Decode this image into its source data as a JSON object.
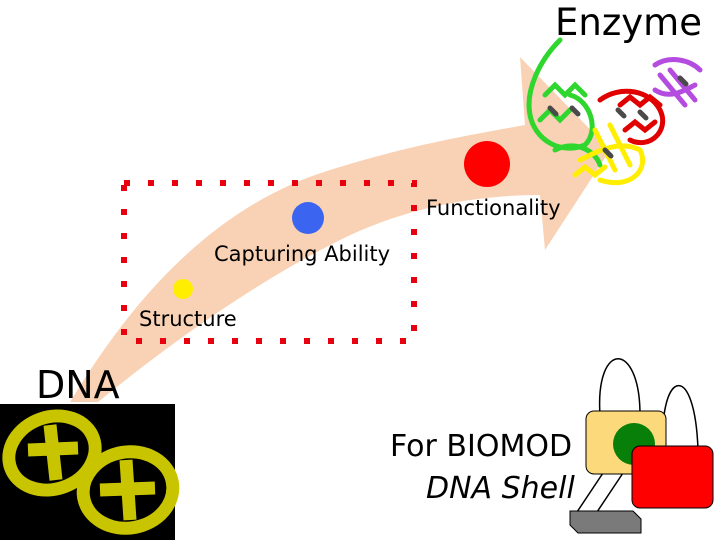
{
  "labels": {
    "enzyme": "Enzyme",
    "dna": "DNA",
    "functionality": "Functionality",
    "capturing_ability": "Capturing Ability",
    "structure": "Structure",
    "biomod": "For BIOMOD",
    "dna_shell": "DNA Shell"
  },
  "milestones": [
    {
      "name": "Structure",
      "color": "#ffee00"
    },
    {
      "name": "Capturing Ability",
      "color": "#3b64f0"
    },
    {
      "name": "Functionality",
      "color": "#ff0000"
    }
  ],
  "colors": {
    "arrow": "#f9d2b5",
    "dotted_box": "#e8000f",
    "dna_image_bg": "#000000",
    "dna_image_fg": "#c9c400",
    "shell_yellow_box": "#fcd97a",
    "shell_green_core": "#087f08",
    "shell_red_box": "#ff0000",
    "shell_gray_base": "#7a7a7a",
    "protein_green": "#2ed62e",
    "protein_yellow": "#ffee00",
    "protein_red": "#e00000",
    "protein_purple": "#b54ce0",
    "protein_gray": "#4a4a4a"
  }
}
